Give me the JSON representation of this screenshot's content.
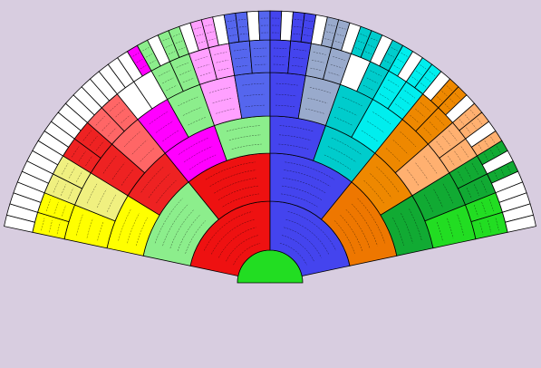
{
  "chart_data": {
    "type": "fan-chart",
    "title": "",
    "generations": 6,
    "center_label_lines": [
      "",
      "",
      ""
    ],
    "background_color": "#d8cde0",
    "outline_color": "#000000",
    "empty_color": "#ffffff",
    "lineage_colors": {
      "gen1_paternal": "#ee1111",
      "gen1_maternal": "#4444ee",
      "gen2_pp": "#8cee8c",
      "gen2_pm": "#ee1111",
      "gen2_mp": "#4444ee",
      "gen2_mm": "#ee7700",
      "palette": [
        "#f0f080",
        "#ffff00",
        "#ee3333",
        "#ff6666",
        "#8cee8c",
        "#ff00ff",
        "#ffa0ff",
        "#5566ee",
        "#99aacc",
        "#00cccc",
        "#00eeee",
        "#ee8800",
        "#ffb070",
        "#11aa33",
        "#22dd22"
      ]
    },
    "text_band_color": "#000000",
    "text_bands_per_cell": 3
  }
}
